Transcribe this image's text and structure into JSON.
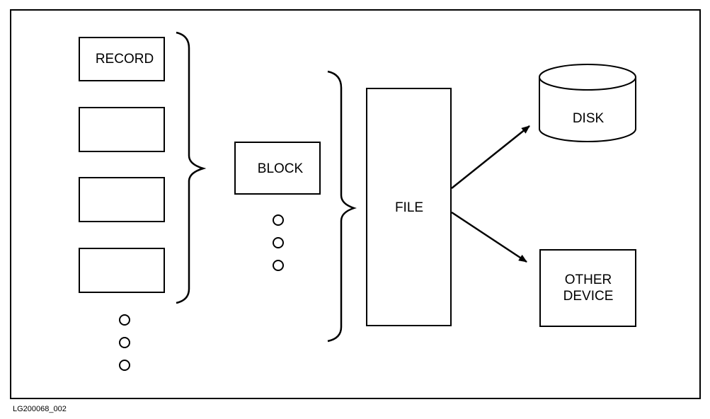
{
  "diagram": {
    "record_label": "RECORD",
    "block_label": "BLOCK",
    "file_label": "FILE",
    "disk_label": "DISK",
    "other_device_label_line1": "OTHER",
    "other_device_label_line2": "DEVICE",
    "figure_id": "LG200068_002"
  },
  "colors": {
    "stroke": "#000000",
    "background": "#ffffff"
  }
}
